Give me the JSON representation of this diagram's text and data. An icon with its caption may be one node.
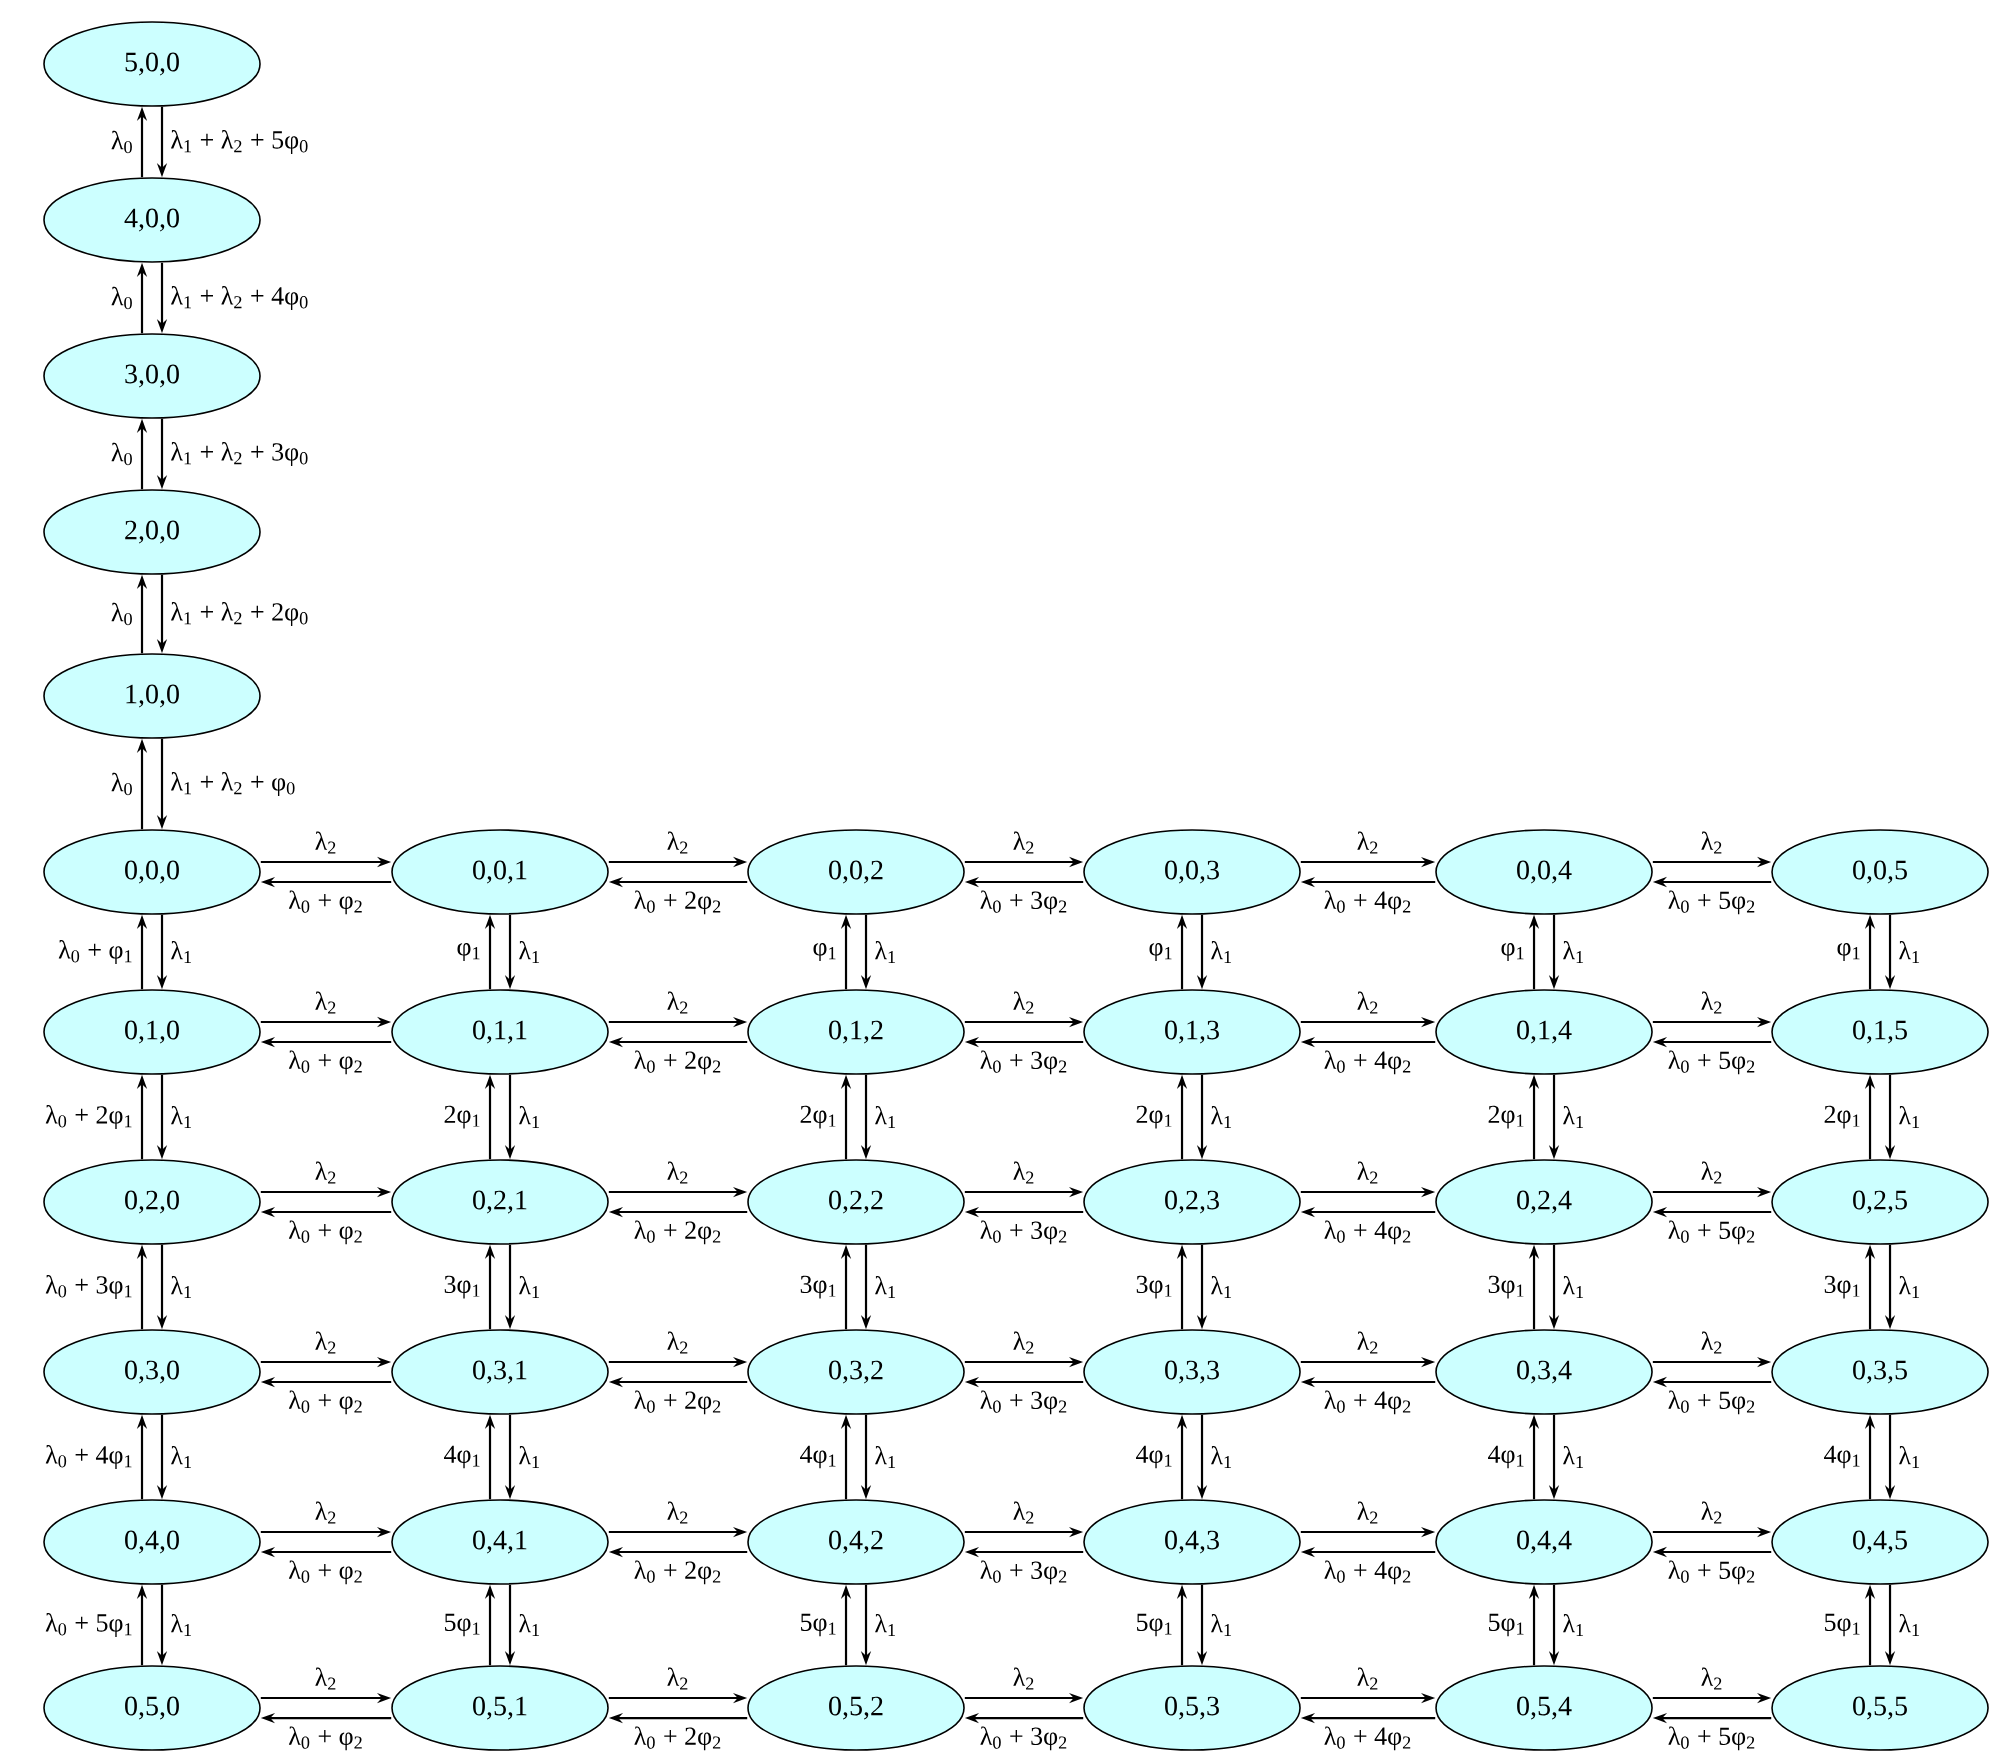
{
  "diagram": {
    "nodes": [
      {
        "text": [
          "5,0,0"
        ]
      },
      {
        "text": [
          "4,0,0"
        ]
      },
      {
        "text": [
          "3,0,0"
        ]
      },
      {
        "text": [
          "2,0,0"
        ]
      },
      {
        "text": [
          "1,0,0"
        ]
      },
      {
        "text": [
          "0,0,0"
        ]
      },
      {
        "text": [
          "0,0,1"
        ]
      },
      {
        "text": [
          "0,0,2"
        ]
      },
      {
        "text": [
          "0,0,3"
        ]
      },
      {
        "text": [
          "0,0,4"
        ]
      },
      {
        "text": [
          "0,0,5"
        ]
      },
      {
        "text": [
          "0,1,0"
        ]
      },
      {
        "text": [
          "0,1,1"
        ]
      },
      {
        "text": [
          "0,1,2"
        ]
      },
      {
        "text": [
          "0,1,3"
        ]
      },
      {
        "text": [
          "0,1,4"
        ]
      },
      {
        "text": [
          "0,1,5"
        ]
      },
      {
        "text": [
          "0,2,0"
        ]
      },
      {
        "text": [
          "0,2,1"
        ]
      },
      {
        "text": [
          "0,2,2"
        ]
      },
      {
        "text": [
          "0,2,3"
        ]
      },
      {
        "text": [
          "0,2,4"
        ]
      },
      {
        "text": [
          "0,2,5"
        ]
      },
      {
        "text": [
          "0,3,0"
        ]
      },
      {
        "text": [
          "0,3,1"
        ]
      },
      {
        "text": [
          "0,3,2"
        ]
      },
      {
        "text": [
          "0,3,3"
        ]
      },
      {
        "text": [
          "0,3,4"
        ]
      },
      {
        "text": [
          "0,3,5"
        ]
      },
      {
        "text": [
          "0,4,0"
        ]
      },
      {
        "text": [
          "0,4,1"
        ]
      },
      {
        "text": [
          "0,4,2"
        ]
      },
      {
        "text": [
          "0,4,3"
        ]
      },
      {
        "text": [
          "0,4,4"
        ]
      },
      {
        "text": [
          "0,4,5"
        ]
      },
      {
        "text": [
          "0,5,0"
        ]
      },
      {
        "text": [
          "0,5,1"
        ]
      },
      {
        "text": [
          "0,5,2"
        ]
      },
      {
        "text": [
          "0,5,3"
        ]
      },
      {
        "text": [
          "0,5,4"
        ]
      },
      {
        "text": [
          "0,5,5"
        ]
      }
    ],
    "edges": [
      {
        "from": 1,
        "to": 0,
        "arrow": "to",
        "label": "λ$_{0}$"
      },
      {
        "from": 0,
        "to": 1,
        "arrow": "to",
        "label": "λ$_{1}$ + λ$_{2}$ + 5φ$_{0}$"
      },
      {
        "from": 2,
        "to": 1,
        "arrow": "to",
        "label": "λ$_{0}$"
      },
      {
        "from": 1,
        "to": 2,
        "arrow": "to",
        "label": "λ$_{1}$ + λ$_{2}$ + 4φ$_{0}$"
      },
      {
        "from": 3,
        "to": 2,
        "arrow": "to",
        "label": "λ$_{0}$"
      },
      {
        "from": 2,
        "to": 3,
        "arrow": "to",
        "label": "λ$_{1}$ + λ$_{2}$ + 3φ$_{0}$"
      },
      {
        "from": 4,
        "to": 3,
        "arrow": "to",
        "label": "λ$_{0}$"
      },
      {
        "from": 3,
        "to": 4,
        "arrow": "to",
        "label": "λ$_{1}$ + λ$_{2}$ + 2φ$_{0}$"
      },
      {
        "from": 5,
        "to": 4,
        "arrow": "to",
        "label": "λ$_{0}$"
      },
      {
        "from": 4,
        "to": 5,
        "arrow": "to",
        "label": "λ$_{1}$ + λ$_{2}$ + φ$_{0}$"
      },
      {
        "from": 5,
        "to": 6,
        "arrow": "to",
        "label": "λ$_{2}$"
      },
      {
        "from": 6,
        "to": 5,
        "arrow": "to",
        "label": "λ$_{0}$ + φ$_{2}$"
      },
      {
        "from": 6,
        "to": 7,
        "arrow": "to",
        "label": "λ$_{2}$"
      },
      {
        "from": 7,
        "to": 6,
        "arrow": "to",
        "label": "λ$_{0}$ + 2φ$_{2}$"
      },
      {
        "from": 7,
        "to": 8,
        "arrow": "to",
        "label": "λ$_{2}$"
      },
      {
        "from": 8,
        "to": 7,
        "arrow": "to",
        "label": "λ$_{0}$ + 3φ$_{2}$"
      },
      {
        "from": 8,
        "to": 9,
        "arrow": "to",
        "label": "λ$_{2}$"
      },
      {
        "from": 9,
        "to": 8,
        "arrow": "to",
        "label": "λ$_{0}$ + 4φ$_{2}$"
      },
      {
        "from": 9,
        "to": 10,
        "arrow": "to",
        "label": "λ$_{2}$"
      },
      {
        "from": 10,
        "to": 9,
        "arrow": "to",
        "label": "λ$_{0}$ + 5φ$_{2}$"
      },
      {
        "from": 11,
        "to": 5,
        "arrow": "to",
        "label": "λ$_{0}$ + φ$_{1}$"
      },
      {
        "from": 5,
        "to": 11,
        "arrow": "to",
        "label": "λ$_{1}$"
      },
      {
        "from": 12,
        "to": 6,
        "arrow": "to",
        "label": "φ$_{1}$"
      },
      {
        "from": 6,
        "to": 12,
        "arrow": "to",
        "label": "λ$_{1}$"
      },
      {
        "from": 13,
        "to": 7,
        "arrow": "to",
        "label": "φ$_{1}$"
      },
      {
        "from": 7,
        "to": 13,
        "arrow": "to",
        "label": "λ$_{1}$"
      },
      {
        "from": 14,
        "to": 8,
        "arrow": "to",
        "label": "φ$_{1}$"
      },
      {
        "from": 8,
        "to": 14,
        "arrow": "to",
        "label": "λ$_{1}$"
      },
      {
        "from": 15,
        "to": 9,
        "arrow": "to",
        "label": "φ$_{1}$"
      },
      {
        "from": 9,
        "to": 15,
        "arrow": "to",
        "label": "λ$_{1}$"
      },
      {
        "from": 16,
        "to": 10,
        "arrow": "to",
        "label": "φ$_{1}$"
      },
      {
        "from": 10,
        "to": 16,
        "arrow": "to",
        "label": "λ$_{1}$"
      },
      {
        "from": 11,
        "to": 12,
        "arrow": "to",
        "label": "λ$_{2}$"
      },
      {
        "from": 12,
        "to": 11,
        "arrow": "to",
        "label": "λ$_{0}$ + φ$_{2}$"
      },
      {
        "from": 12,
        "to": 13,
        "arrow": "to",
        "label": "λ$_{2}$"
      },
      {
        "from": 13,
        "to": 12,
        "arrow": "to",
        "label": "λ$_{0}$ + 2φ$_{2}$"
      },
      {
        "from": 13,
        "to": 14,
        "arrow": "to",
        "label": "λ$_{2}$"
      },
      {
        "from": 14,
        "to": 13,
        "arrow": "to",
        "label": "λ$_{0}$ + 3φ$_{2}$"
      },
      {
        "from": 14,
        "to": 15,
        "arrow": "to",
        "label": "λ$_{2}$"
      },
      {
        "from": 15,
        "to": 14,
        "arrow": "to",
        "label": "λ$_{0}$ + 4φ$_{2}$"
      },
      {
        "from": 15,
        "to": 16,
        "arrow": "to",
        "label": "λ$_{2}$"
      },
      {
        "from": 16,
        "to": 15,
        "arrow": "to",
        "label": "λ$_{0}$ + 5φ$_{2}$"
      },
      {
        "from": 17,
        "to": 11,
        "arrow": "to",
        "label": "λ$_{0}$ + 2φ$_{1}$"
      },
      {
        "from": 11,
        "to": 17,
        "arrow": "to",
        "label": "λ$_{1}$"
      },
      {
        "from": 18,
        "to": 12,
        "arrow": "to",
        "label": "2φ$_{1}$"
      },
      {
        "from": 12,
        "to": 18,
        "arrow": "to",
        "label": "λ$_{1}$"
      },
      {
        "from": 19,
        "to": 13,
        "arrow": "to",
        "label": "2φ$_{1}$"
      },
      {
        "from": 13,
        "to": 19,
        "arrow": "to",
        "label": "λ$_{1}$"
      },
      {
        "from": 20,
        "to": 14,
        "arrow": "to",
        "label": "2φ$_{1}$"
      },
      {
        "from": 14,
        "to": 20,
        "arrow": "to",
        "label": "λ$_{1}$"
      },
      {
        "from": 21,
        "to": 15,
        "arrow": "to",
        "label": "2φ$_{1}$"
      },
      {
        "from": 15,
        "to": 21,
        "arrow": "to",
        "label": "λ$_{1}$"
      },
      {
        "from": 22,
        "to": 16,
        "arrow": "to",
        "label": "2φ$_{1}$"
      },
      {
        "from": 16,
        "to": 22,
        "arrow": "to",
        "label": "λ$_{1}$"
      },
      {
        "from": 17,
        "to": 18,
        "arrow": "to",
        "label": "λ$_{2}$"
      },
      {
        "from": 18,
        "to": 17,
        "arrow": "to",
        "label": "λ$_{0}$ + φ$_{2}$"
      },
      {
        "from": 18,
        "to": 19,
        "arrow": "to",
        "label": "λ$_{2}$"
      },
      {
        "from": 19,
        "to": 18,
        "arrow": "to",
        "label": "λ$_{0}$ + 2φ$_{2}$"
      },
      {
        "from": 19,
        "to": 20,
        "arrow": "to",
        "label": "λ$_{2}$"
      },
      {
        "from": 20,
        "to": 19,
        "arrow": "to",
        "label": "λ$_{0}$ + 3φ$_{2}$"
      },
      {
        "from": 20,
        "to": 21,
        "arrow": "to",
        "label": "λ$_{2}$"
      },
      {
        "from": 21,
        "to": 20,
        "arrow": "to",
        "label": "λ$_{0}$ + 4φ$_{2}$"
      },
      {
        "from": 21,
        "to": 22,
        "arrow": "to",
        "label": "λ$_{2}$"
      },
      {
        "from": 22,
        "to": 21,
        "arrow": "to",
        "label": "λ$_{0}$ + 5φ$_{2}$"
      },
      {
        "from": 23,
        "to": 17,
        "arrow": "to",
        "label": "λ$_{0}$ + 3φ$_{1}$"
      },
      {
        "from": 17,
        "to": 23,
        "arrow": "to",
        "label": "λ$_{1}$"
      },
      {
        "from": 24,
        "to": 18,
        "arrow": "to",
        "label": "3φ$_{1}$"
      },
      {
        "from": 18,
        "to": 24,
        "arrow": "to",
        "label": "λ$_{1}$"
      },
      {
        "from": 25,
        "to": 19,
        "arrow": "to",
        "label": "3φ$_{1}$"
      },
      {
        "from": 19,
        "to": 25,
        "arrow": "to",
        "label": "λ$_{1}$"
      },
      {
        "from": 26,
        "to": 20,
        "arrow": "to",
        "label": "3φ$_{1}$"
      },
      {
        "from": 20,
        "to": 26,
        "arrow": "to",
        "label": "λ$_{1}$"
      },
      {
        "from": 27,
        "to": 21,
        "arrow": "to",
        "label": "3φ$_{1}$"
      },
      {
        "from": 21,
        "to": 27,
        "arrow": "to",
        "label": "λ$_{1}$"
      },
      {
        "from": 28,
        "to": 22,
        "arrow": "to",
        "label": "3φ$_{1}$"
      },
      {
        "from": 22,
        "to": 28,
        "arrow": "to",
        "label": "λ$_{1}$"
      },
      {
        "from": 23,
        "to": 24,
        "arrow": "to",
        "label": "λ$_{2}$"
      },
      {
        "from": 24,
        "to": 23,
        "arrow": "to",
        "label": "λ$_{0}$ + φ$_{2}$"
      },
      {
        "from": 24,
        "to": 25,
        "arrow": "to",
        "label": "λ$_{2}$"
      },
      {
        "from": 25,
        "to": 24,
        "arrow": "to",
        "label": "λ$_{0}$ + 2φ$_{2}$"
      },
      {
        "from": 25,
        "to": 26,
        "arrow": "to",
        "label": "λ$_{2}$"
      },
      {
        "from": 26,
        "to": 25,
        "arrow": "to",
        "label": "λ$_{0}$ + 3φ$_{2}$"
      },
      {
        "from": 26,
        "to": 27,
        "arrow": "to",
        "label": "λ$_{2}$"
      },
      {
        "from": 27,
        "to": 26,
        "arrow": "to",
        "label": "λ$_{0}$ + 4φ$_{2}$"
      },
      {
        "from": 27,
        "to": 28,
        "arrow": "to",
        "label": "λ$_{2}$"
      },
      {
        "from": 28,
        "to": 27,
        "arrow": "to",
        "label": "λ$_{0}$ + 5φ$_{2}$"
      },
      {
        "from": 29,
        "to": 23,
        "arrow": "to",
        "label": "λ$_{0}$ + 4φ$_{1}$"
      },
      {
        "from": 23,
        "to": 29,
        "arrow": "to",
        "label": "λ$_{1}$"
      },
      {
        "from": 30,
        "to": 24,
        "arrow": "to",
        "label": "4φ$_{1}$"
      },
      {
        "from": 24,
        "to": 30,
        "arrow": "to",
        "label": "λ$_{1}$"
      },
      {
        "from": 31,
        "to": 25,
        "arrow": "to",
        "label": "4φ$_{1}$"
      },
      {
        "from": 25,
        "to": 31,
        "arrow": "to",
        "label": "λ$_{1}$"
      },
      {
        "from": 32,
        "to": 26,
        "arrow": "to",
        "label": "4φ$_{1}$"
      },
      {
        "from": 26,
        "to": 32,
        "arrow": "to",
        "label": "λ$_{1}$"
      },
      {
        "from": 33,
        "to": 27,
        "arrow": "to",
        "label": "4φ$_{1}$"
      },
      {
        "from": 27,
        "to": 33,
        "arrow": "to",
        "label": "λ$_{1}$"
      },
      {
        "from": 34,
        "to": 28,
        "arrow": "to",
        "label": "4φ$_{1}$"
      },
      {
        "from": 28,
        "to": 34,
        "arrow": "to",
        "label": "λ$_{1}$"
      },
      {
        "from": 29,
        "to": 30,
        "arrow": "to",
        "label": "λ$_{2}$"
      },
      {
        "from": 30,
        "to": 29,
        "arrow": "to",
        "label": "λ$_{0}$ + φ$_{2}$"
      },
      {
        "from": 30,
        "to": 31,
        "arrow": "to",
        "label": "λ$_{2}$"
      },
      {
        "from": 31,
        "to": 30,
        "arrow": "to",
        "label": "λ$_{0}$ + 2φ$_{2}$"
      },
      {
        "from": 31,
        "to": 32,
        "arrow": "to",
        "label": "λ$_{2}$"
      },
      {
        "from": 32,
        "to": 31,
        "arrow": "to",
        "label": "λ$_{0}$ + 3φ$_{2}$"
      },
      {
        "from": 32,
        "to": 33,
        "arrow": "to",
        "label": "λ$_{2}$"
      },
      {
        "from": 33,
        "to": 32,
        "arrow": "to",
        "label": "λ$_{0}$ + 4φ$_{2}$"
      },
      {
        "from": 33,
        "to": 34,
        "arrow": "to",
        "label": "λ$_{2}$"
      },
      {
        "from": 34,
        "to": 33,
        "arrow": "to",
        "label": "λ$_{0}$ + 5φ$_{2}$"
      },
      {
        "from": 35,
        "to": 29,
        "arrow": "to",
        "label": "λ$_{0}$ + 5φ$_{1}$"
      },
      {
        "from": 29,
        "to": 35,
        "arrow": "to",
        "label": "λ$_{1}$"
      },
      {
        "from": 36,
        "to": 30,
        "arrow": "to",
        "label": "5φ$_{1}$"
      },
      {
        "from": 30,
        "to": 36,
        "arrow": "to",
        "label": "λ$_{1}$"
      },
      {
        "from": 37,
        "to": 31,
        "arrow": "to",
        "label": "5φ$_{1}$"
      },
      {
        "from": 31,
        "to": 37,
        "arrow": "to",
        "label": "λ$_{1}$"
      },
      {
        "from": 38,
        "to": 32,
        "arrow": "to",
        "label": "5φ$_{1}$"
      },
      {
        "from": 32,
        "to": 38,
        "arrow": "to",
        "label": "λ$_{1}$"
      },
      {
        "from": 39,
        "to": 33,
        "arrow": "to",
        "label": "5φ$_{1}$"
      },
      {
        "from": 33,
        "to": 39,
        "arrow": "to",
        "label": "λ$_{1}$"
      },
      {
        "from": 40,
        "to": 34,
        "arrow": "to",
        "label": "5φ$_{1}$"
      },
      {
        "from": 34,
        "to": 40,
        "arrow": "to",
        "label": "λ$_{1}$"
      },
      {
        "from": 35,
        "to": 36,
        "arrow": "to",
        "label": "λ$_{2}$"
      },
      {
        "from": 36,
        "to": 35,
        "arrow": "to",
        "label": "λ$_{0}$ + φ$_{2}$"
      },
      {
        "from": 36,
        "to": 37,
        "arrow": "to",
        "label": "λ$_{2}$"
      },
      {
        "from": 37,
        "to": 36,
        "arrow": "to",
        "label": "λ$_{0}$ + 2φ$_{2}$"
      },
      {
        "from": 37,
        "to": 38,
        "arrow": "to",
        "label": "λ$_{2}$"
      },
      {
        "from": 38,
        "to": 37,
        "arrow": "to",
        "label": "λ$_{0}$ + 3φ$_{2}$"
      },
      {
        "from": 38,
        "to": 39,
        "arrow": "to",
        "label": "λ$_{2}$"
      },
      {
        "from": 39,
        "to": 38,
        "arrow": "to",
        "label": "λ$_{0}$ + 4φ$_{2}$"
      },
      {
        "from": 39,
        "to": 40,
        "arrow": "to",
        "label": "λ$_{2}$"
      },
      {
        "from": 40,
        "to": 39,
        "arrow": "to",
        "label": "λ$_{0}$ + 5φ$_{2}$"
      }
    ]
  }
}
